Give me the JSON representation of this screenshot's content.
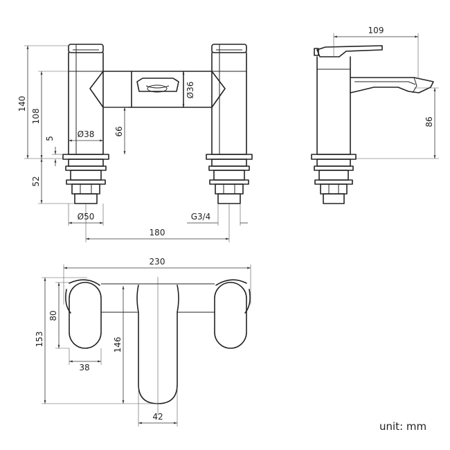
{
  "dimensions": {
    "width_230": "230",
    "spacing_180": "180",
    "depth_109": "109",
    "height_140": "140",
    "height_108": "108",
    "height_86": "86",
    "height_66": "66",
    "height_5": "5",
    "height_52": "52",
    "diameter_38": "Ø38",
    "diameter_36": "Ø36",
    "diameter_50": "Ø50",
    "thread_g34": "G3/4",
    "depth_153": "153",
    "depth_146": "146",
    "length_80": "80",
    "width_38": "38",
    "width_42": "42"
  },
  "unit_label": "unit: mm"
}
